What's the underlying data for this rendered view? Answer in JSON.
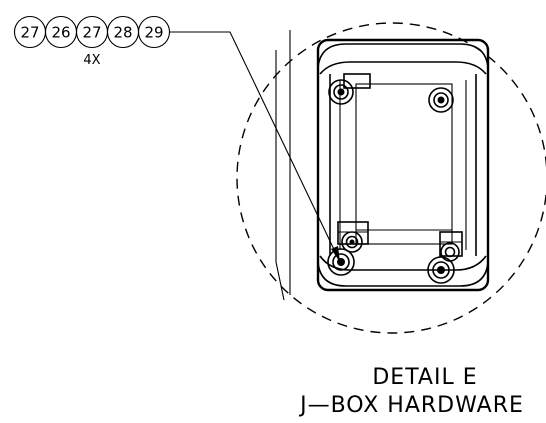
{
  "callout": {
    "balloons": [
      "27",
      "26",
      "27",
      "28",
      "29"
    ],
    "quantity": "4X"
  },
  "detail": {
    "title": "DETAIL E",
    "subtitle": "J—BOX HARDWARE"
  }
}
